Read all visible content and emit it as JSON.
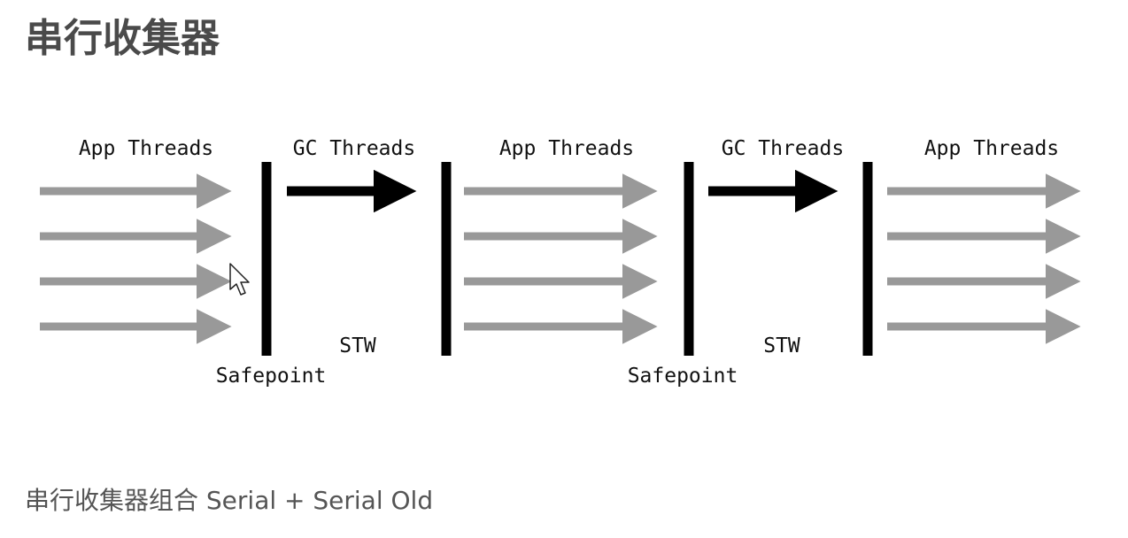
{
  "page": {
    "title": "串行收集器",
    "caption": "串行收集器组合 Serial + Serial Old"
  },
  "diagram": {
    "colors": {
      "app_arrow": "#999999",
      "gc_arrow": "#000000",
      "barrier": "#000000"
    },
    "phases": [
      {
        "label": "App Threads",
        "kind": "app",
        "thread_count": 4
      },
      {
        "label": "GC Threads",
        "kind": "gc",
        "thread_count": 1
      },
      {
        "label": "App Threads",
        "kind": "app",
        "thread_count": 4
      },
      {
        "label": "GC Threads",
        "kind": "gc",
        "thread_count": 1
      },
      {
        "label": "App Threads",
        "kind": "app",
        "thread_count": 4
      }
    ],
    "stw_labels": [
      "STW",
      "STW"
    ],
    "safepoint_labels": [
      "Safepoint",
      "Safepoint"
    ]
  }
}
